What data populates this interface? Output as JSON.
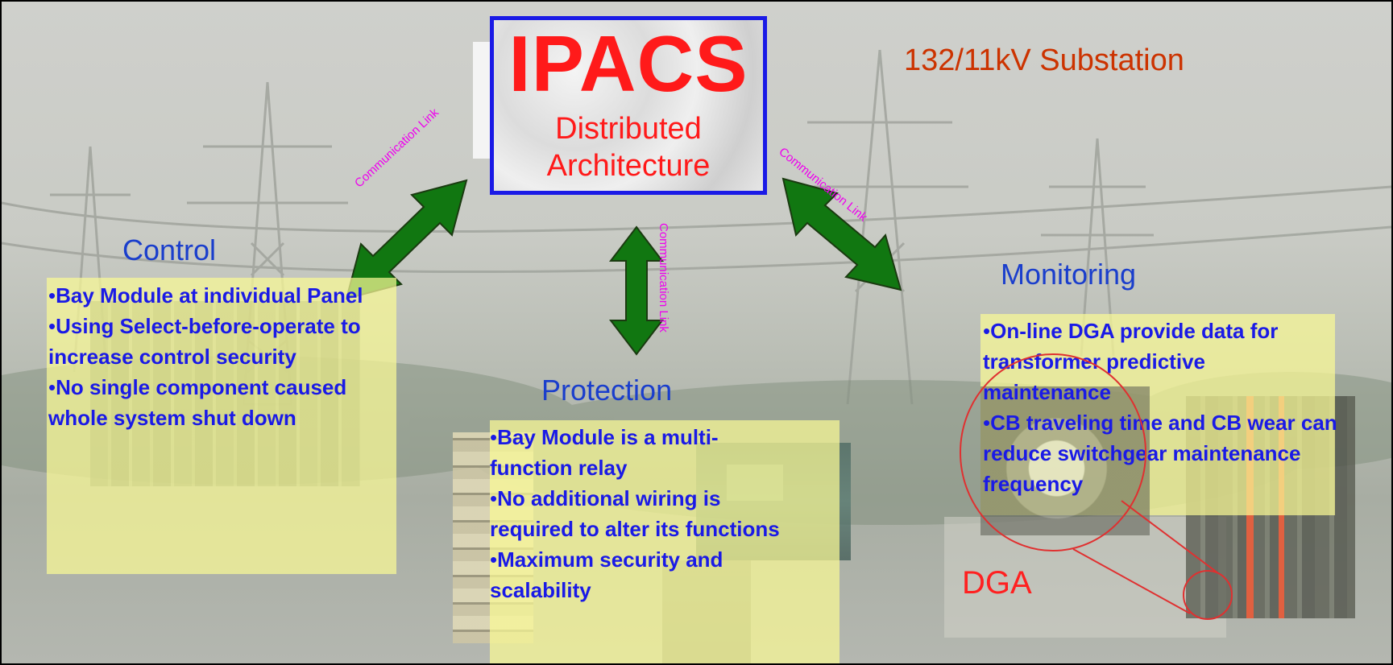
{
  "header": {
    "title": "IPACS",
    "subtitle": "Distributed Architecture",
    "substation": "132/11kV Substation"
  },
  "sections": {
    "control": {
      "heading": "Control",
      "items": [
        "Bay Module at individual Panel",
        "Using Select-before-operate to increase control security",
        "No single component caused whole system shut down"
      ]
    },
    "protection": {
      "heading": "Protection",
      "items": [
        "Bay Module is a multi-function relay",
        "No additional wiring is required to alter its functions",
        "Maximum security and scalability"
      ]
    },
    "monitoring": {
      "heading": "Monitoring",
      "items": [
        "On-line DGA provide data for transformer predictive maintenance",
        "CB traveling time and CB wear can reduce switchgear maintenance frequency"
      ],
      "dga_label": "DGA"
    }
  },
  "links": {
    "left": "Communication Link",
    "center": "Communication Link",
    "right": "Communication Link"
  },
  "bullet_symbol": "•",
  "colors": {
    "title_red": "#ff1a1a",
    "heading_blue": "#1a3ecc",
    "text_blue": "#1a1ae6",
    "box_border": "#1a1ae6",
    "substation_orange": "#cc3300",
    "arrow_green": "#117711",
    "link_magenta": "#ee00ee",
    "panel_yellow": "#fafa96",
    "dga_red": "#ff2020"
  }
}
